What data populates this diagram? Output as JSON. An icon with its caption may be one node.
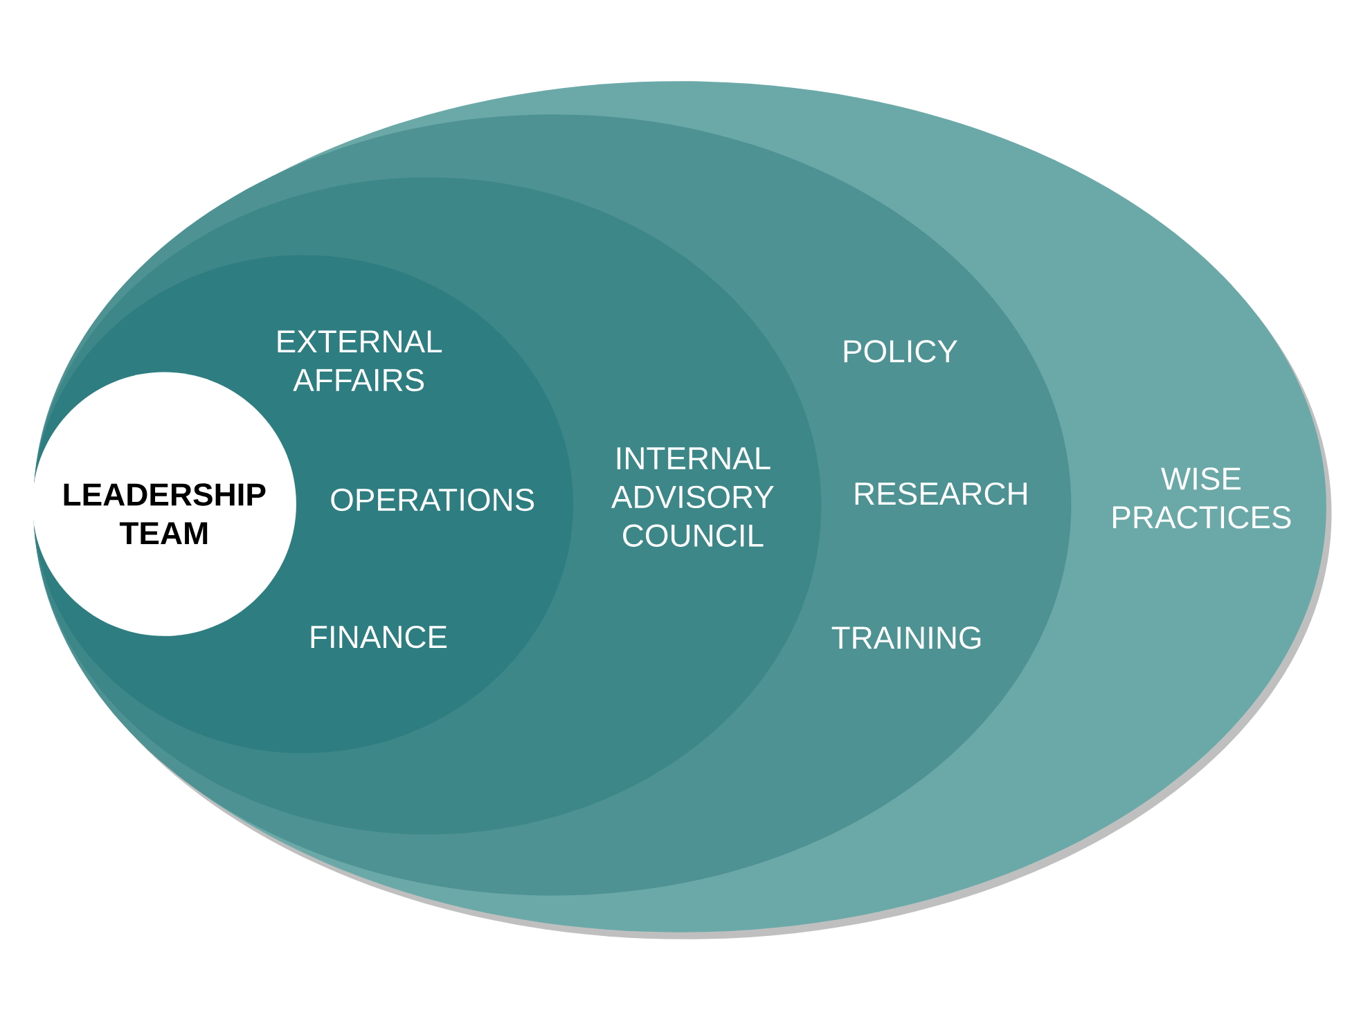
{
  "diagram": {
    "nodes": [
      {
        "text": [
          "WISE PRACTICES"
        ]
      },
      {
        "text": [
          "POLICY",
          "RESEARCH",
          "TRAINING"
        ],
        "in": 0
      },
      {
        "text": [
          "INTERNAL ADVISORY COUNCIL"
        ],
        "in": 1
      },
      {
        "text": [
          "EXTERNAL AFFAIRS",
          "OPERATIONS",
          "FINANCE"
        ],
        "in": 2
      },
      {
        "text": [
          "LEADERSHIP TEAM"
        ],
        "in": 3
      }
    ]
  }
}
